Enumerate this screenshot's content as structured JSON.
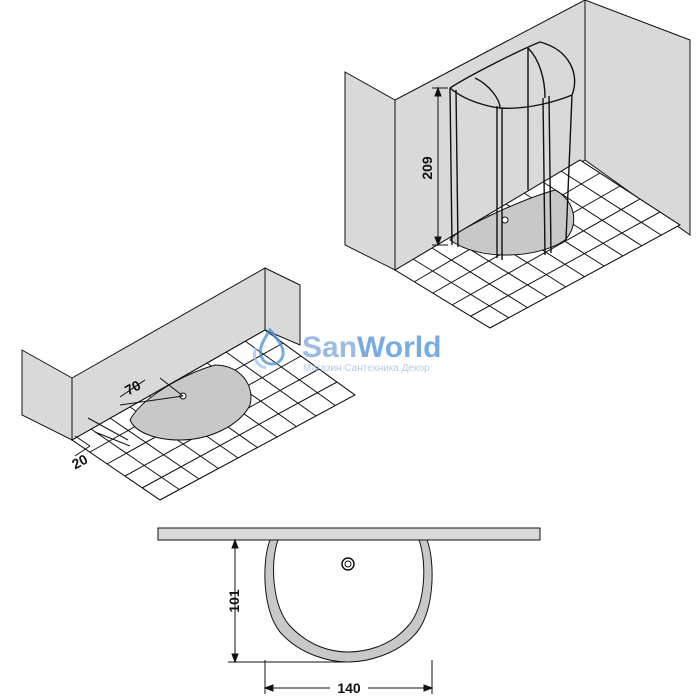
{
  "watermark": {
    "brand_part1": "San",
    "brand_part2": "World",
    "tagline": "Магазин Сантехника Декор"
  },
  "dimensions": {
    "height": "209",
    "offset_70": "70",
    "offset_20": "20",
    "depth": "101",
    "width": "140"
  },
  "colors": {
    "wall_fill": "#d9d9d9",
    "tray_fill": "#c8c8c8",
    "line": "#111111",
    "watermark": "#4a8fd8"
  },
  "icons": {
    "logo": "water-drop-logo-icon",
    "drain": "drain-icon"
  }
}
